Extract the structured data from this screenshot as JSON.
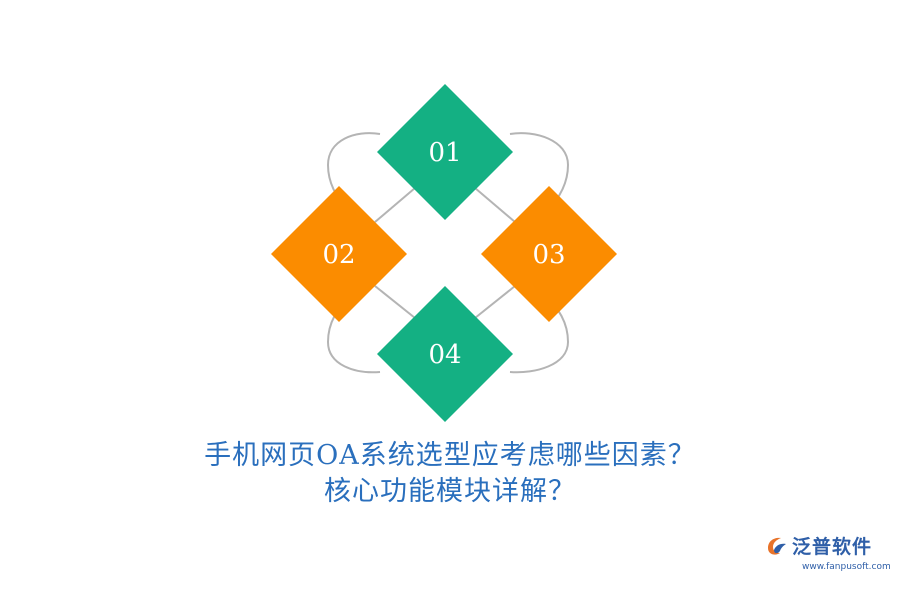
{
  "diagram": {
    "items": [
      {
        "label": "01",
        "color": "#14b083"
      },
      {
        "label": "02",
        "color": "#fb8c00"
      },
      {
        "label": "03",
        "color": "#fb8c00"
      },
      {
        "label": "04",
        "color": "#14b083"
      }
    ],
    "connector_color": "#b4b4b4"
  },
  "title": {
    "line1": "手机网页OA系统选型应考虑哪些因素？",
    "line2": "核心功能模块详解？",
    "color": "#2a6fbd"
  },
  "brand": {
    "logo_icon": "fanpu-logo-icon",
    "name": "泛普软件",
    "url": "www.fanpusoft.com",
    "color": "#2f5fa8"
  }
}
